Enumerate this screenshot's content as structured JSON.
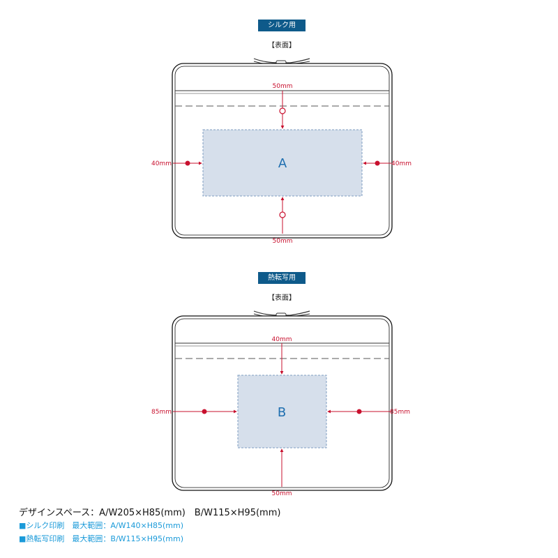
{
  "silk": {
    "badge": "シルク用",
    "face": "【表面】",
    "area": "A",
    "top": "50mm",
    "bottom": "50mm",
    "left": "40mm",
    "right": "40mm"
  },
  "transfer": {
    "badge": "熱転写用",
    "face": "【表面】",
    "area": "B",
    "top": "40mm",
    "bottom": "50mm",
    "left": "85mm",
    "right": "85mm"
  },
  "specs": {
    "design_space": "デザインスペース：A/W205×H85(mm)　B/W115×H95(mm)",
    "silk_max": "■シルク印刷　最大範囲：A/W140×H85(mm)",
    "transfer_max": "■熱転写印刷　最大範囲：B/W115×H95(mm)"
  },
  "colors": {
    "badge": "#0e5a8a",
    "dimension": "#c8102e",
    "print_area_fill": "#d6dfeb",
    "print_area_border": "#7f9cc0",
    "area_label": "#1f6fb0",
    "spec_highlight": "#1a9ad9"
  }
}
